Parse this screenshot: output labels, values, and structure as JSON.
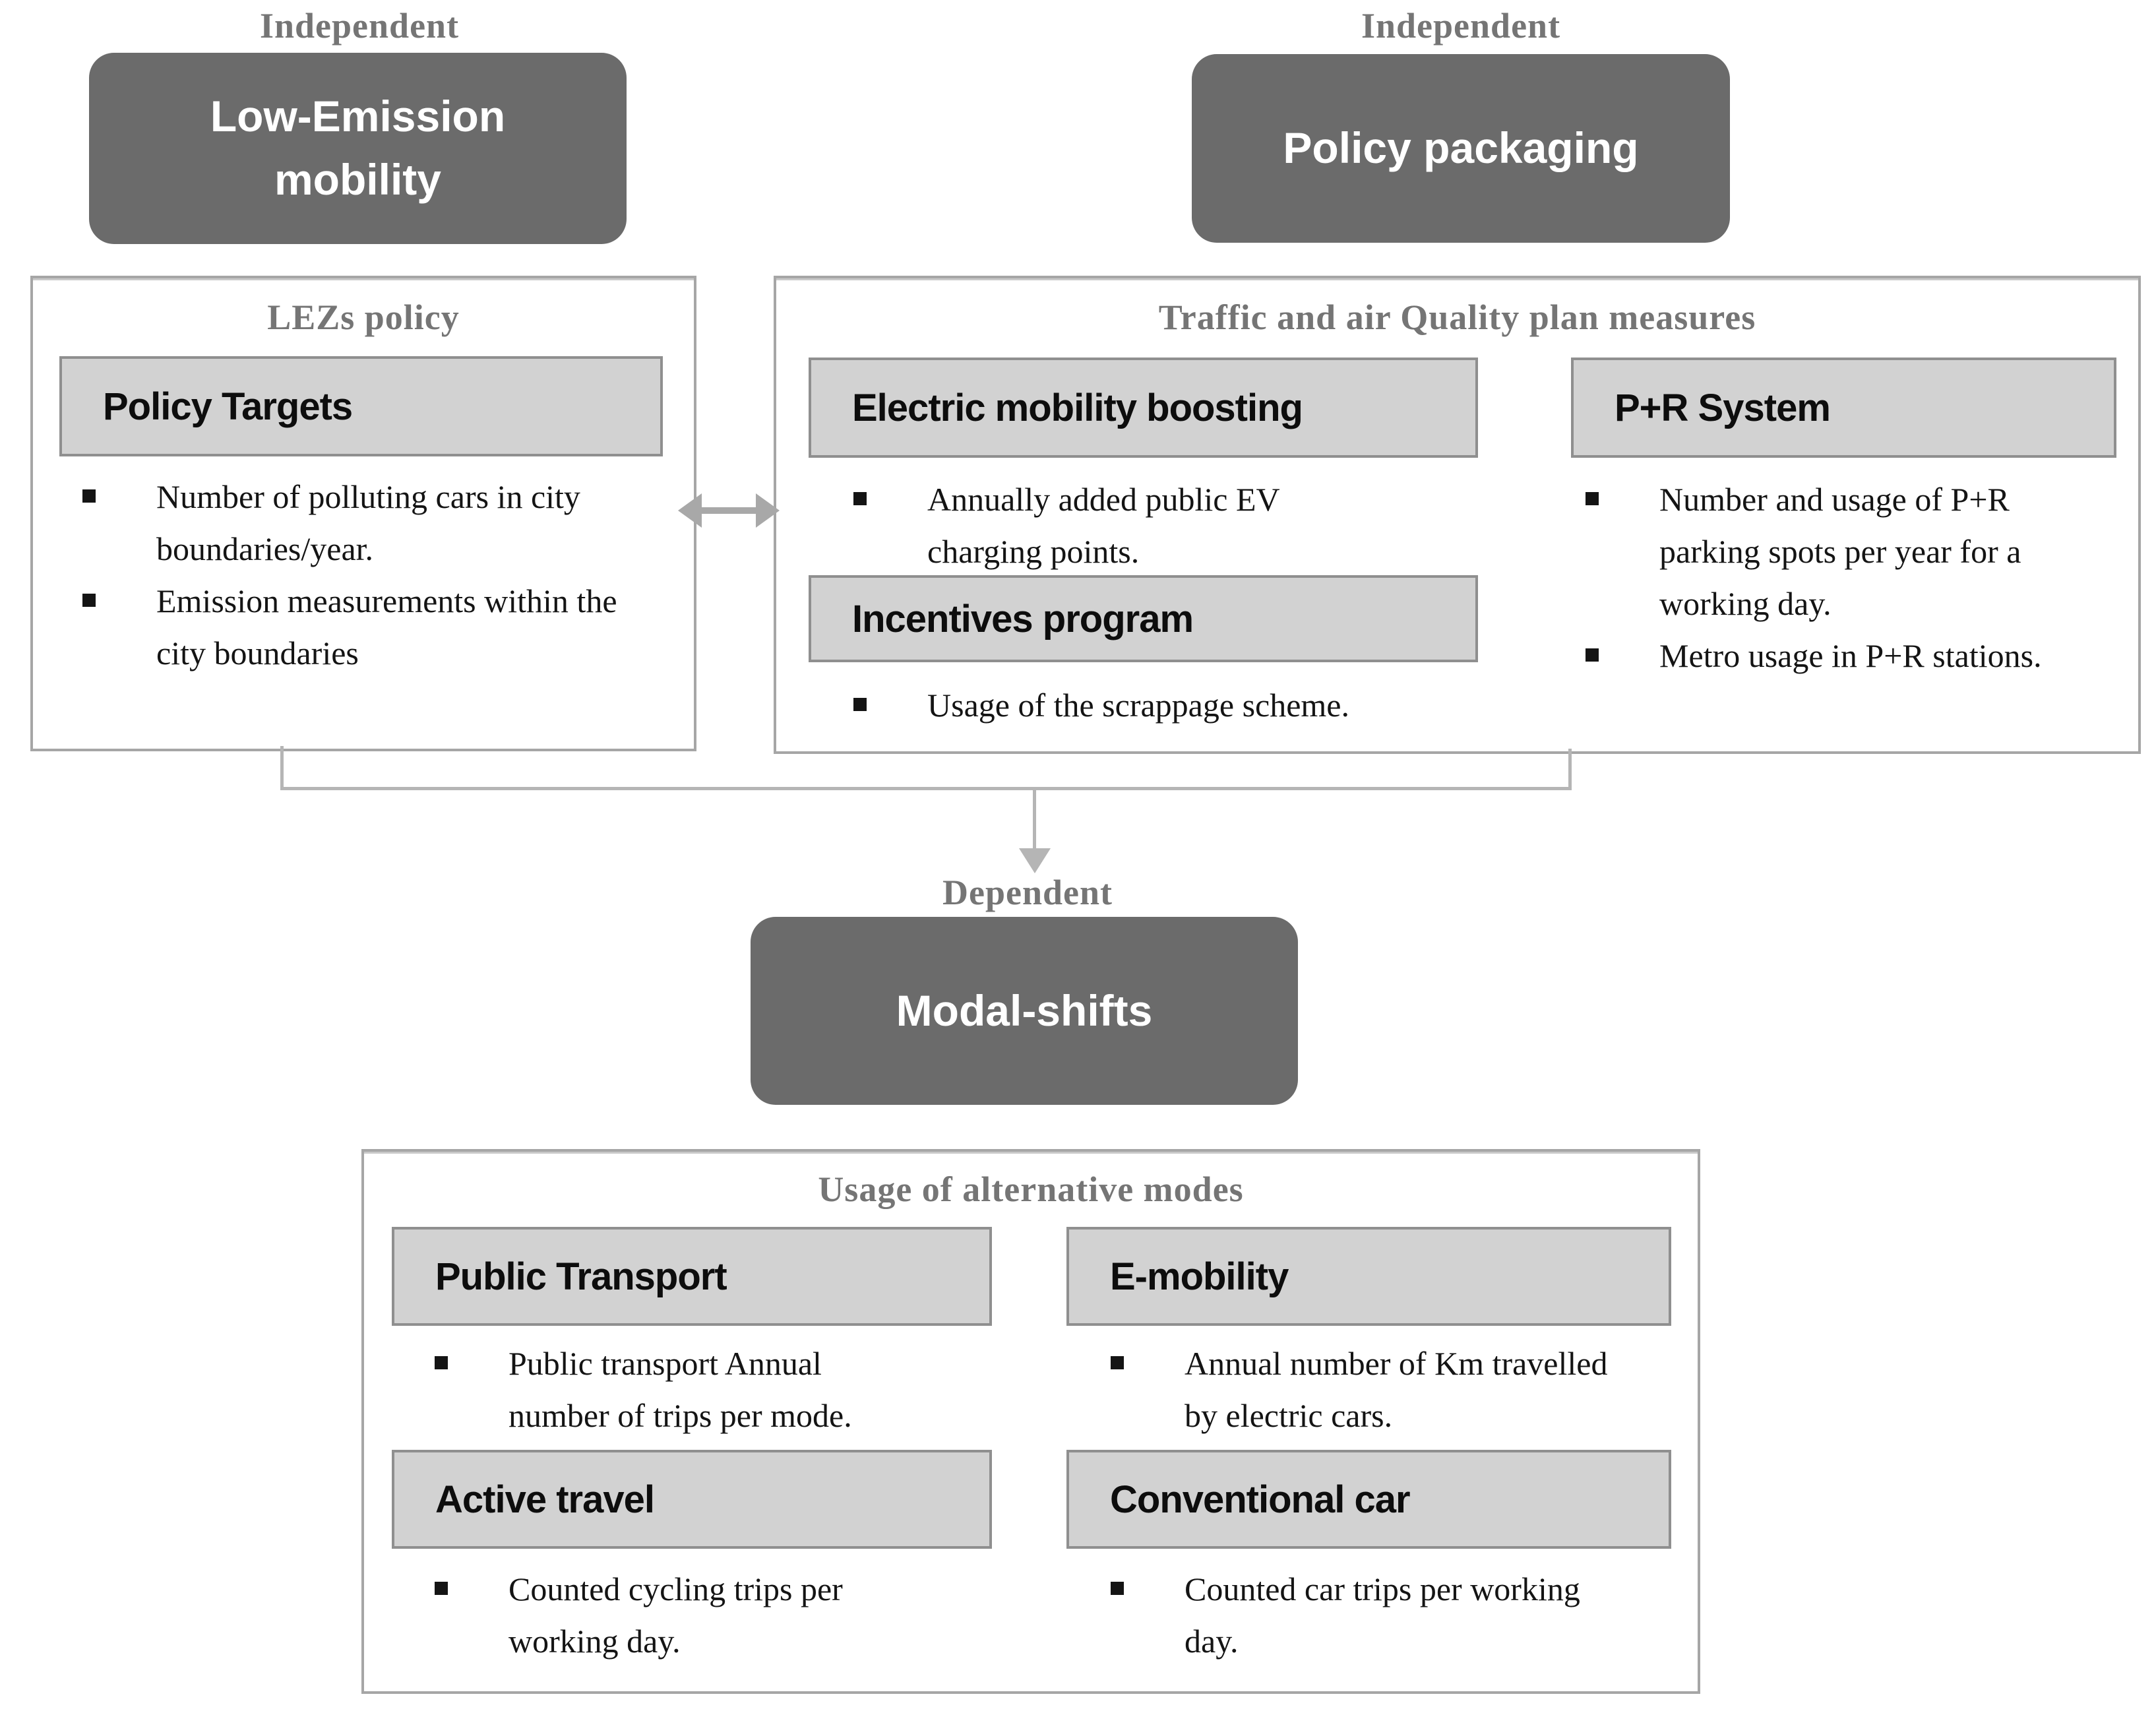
{
  "labels": {
    "independent_left": "Independent",
    "independent_right": "Independent",
    "dependent": "Dependent"
  },
  "variable_boxes": {
    "low_emission": "Low-Emission mobility",
    "policy_packaging": "Policy packaging",
    "modal_shifts": "Modal-shifts"
  },
  "lez": {
    "title": "LEZs policy",
    "targets_label": "Policy Targets",
    "bullets": [
      "Number of polluting cars in city boundaries/year.",
      "Emission measurements within the city boundaries"
    ]
  },
  "traffic": {
    "title": "Traffic and air Quality plan measures",
    "electric": {
      "label": "Electric mobility boosting",
      "bullets": [
        "Annually added public EV charging points."
      ]
    },
    "incentives": {
      "label": "Incentives program",
      "bullets": [
        "Usage of the scrappage scheme."
      ]
    },
    "pr": {
      "label": "P+R System",
      "bullets": [
        "Number and usage of P+R parking spots per year for a working day.",
        "Metro usage in P+R stations."
      ]
    }
  },
  "modes": {
    "title": "Usage of alternative modes",
    "public_transport": {
      "label": "Public Transport",
      "bullets": [
        "Public transport Annual number of trips per mode."
      ]
    },
    "e_mobility": {
      "label": "E-mobility",
      "bullets": [
        "Annual number of Km travelled by electric cars."
      ]
    },
    "active_travel": {
      "label": "Active travel",
      "bullets": [
        "Counted cycling trips per working day."
      ]
    },
    "conventional_car": {
      "label": "Conventional car",
      "bullets": [
        "Counted car trips per working day."
      ]
    }
  },
  "colors": {
    "dark_box": "#6b6b6b",
    "light_box_fill": "#d2d2d2",
    "light_box_border": "#8f8f8f",
    "outline_box_border": "#a6a6a6",
    "heading_gray": "#757575",
    "connector_gray": "#b5b5b5",
    "arrow_gray": "#a8a8a8",
    "body_text": "#141414"
  }
}
